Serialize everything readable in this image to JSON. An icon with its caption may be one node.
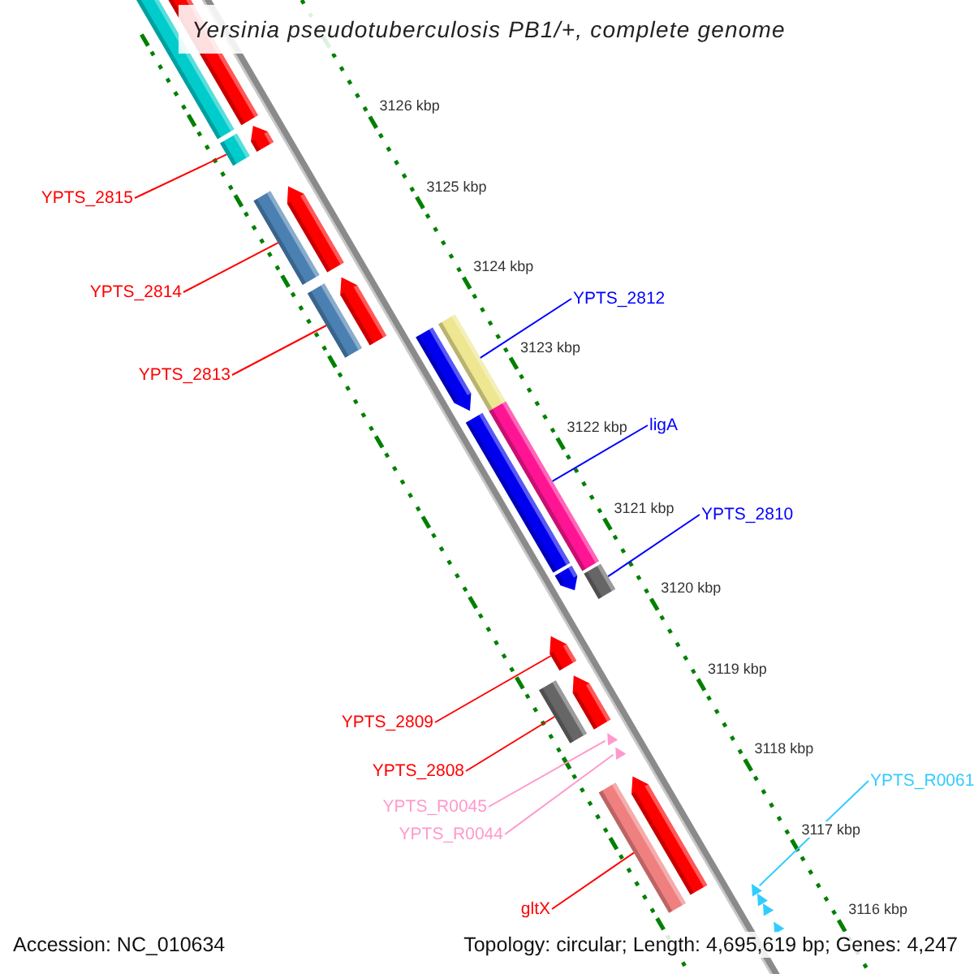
{
  "diagram": {
    "title": "Yersinia pseudotuberculosis PB1/+, complete genome",
    "nodes": [
      {
        "text": [
          "YPTS_2815"
        ]
      },
      {
        "text": [
          "YPTS_2814"
        ]
      },
      {
        "text": [
          "YPTS_2813"
        ]
      },
      {
        "text": [
          "YPTS_2812"
        ]
      },
      {
        "text": [
          "ligA"
        ]
      },
      {
        "text": [
          "YPTS_2810"
        ]
      },
      {
        "text": [
          "YPTS_2809"
        ]
      },
      {
        "text": [
          "YPTS_2808"
        ]
      },
      {
        "text": [
          "YPTS_R0045"
        ]
      },
      {
        "text": [
          "YPTS_R0044"
        ]
      },
      {
        "text": [
          "gltX"
        ]
      },
      {
        "text": [
          "YPTS_R0061"
        ]
      },
      {
        "text": [],
        "shape": "bar"
      },
      {
        "text": [],
        "shape": "bar"
      },
      {
        "text": [],
        "shape": "bar"
      },
      {
        "text": [],
        "shape": "arrow"
      },
      {
        "text": [],
        "shape": "bar"
      },
      {
        "text": [],
        "shape": "arrow"
      },
      {
        "text": [],
        "shape": "bar"
      },
      {
        "text": [],
        "shape": "arrow"
      },
      {
        "text": [],
        "shape": "arrow"
      },
      {
        "text": [],
        "shape": "bar"
      },
      {
        "text": [],
        "shape": "bar"
      },
      {
        "text": [],
        "shape": "bar"
      },
      {
        "text": [],
        "shape": "bar"
      },
      {
        "text": [],
        "shape": "arrow"
      },
      {
        "text": [],
        "shape": "arrow"
      },
      {
        "text": [],
        "shape": "bar"
      },
      {
        "text": [],
        "shape": "arrow"
      },
      {
        "text": [],
        "shape": "triangle"
      },
      {
        "text": [],
        "shape": "triangle"
      },
      {
        "text": [],
        "shape": "bar"
      },
      {
        "text": [],
        "shape": "arrow"
      },
      {
        "text": [],
        "shape": "triangle"
      },
      {
        "text": [],
        "shape": "triangle"
      },
      {
        "text": [],
        "shape": "triangle"
      },
      {
        "text": [],
        "shape": "triangle"
      }
    ],
    "edges": [
      {
        "from": 0,
        "to": 14,
        "arrow": "none"
      },
      {
        "from": 1,
        "to": 16,
        "arrow": "none"
      },
      {
        "from": 2,
        "to": 18,
        "arrow": "none"
      },
      {
        "from": 3,
        "to": 21,
        "arrow": "none",
        "color": "#0000ff"
      },
      {
        "from": 4,
        "to": 23,
        "arrow": "none",
        "color": "#0000ff"
      },
      {
        "from": 5,
        "to": 24,
        "arrow": "none",
        "color": "#0000ff"
      },
      {
        "from": 6,
        "to": 26,
        "arrow": "none"
      },
      {
        "from": 7,
        "to": 27,
        "arrow": "none"
      },
      {
        "from": 8,
        "to": 29,
        "arrow": "none",
        "color": "#ff99cc"
      },
      {
        "from": 9,
        "to": 30,
        "arrow": "none",
        "color": "#ff99cc"
      },
      {
        "from": 10,
        "to": 31,
        "arrow": "none"
      },
      {
        "from": 11,
        "to": 33,
        "arrow": "none",
        "color": "#33ccff"
      }
    ],
    "labels": [
      "3126 kbp",
      "3125 kbp",
      "3124 kbp",
      "3123 kbp",
      "3122 kbp",
      "3121 kbp",
      "3120 kbp",
      "3119 kbp",
      "3118 kbp",
      "3117 kbp",
      "3116 kbp",
      "Accession: NC_010634",
      "Topology: circular; Length: 4,695,619 bp; Genes: 4,247"
    ]
  }
}
